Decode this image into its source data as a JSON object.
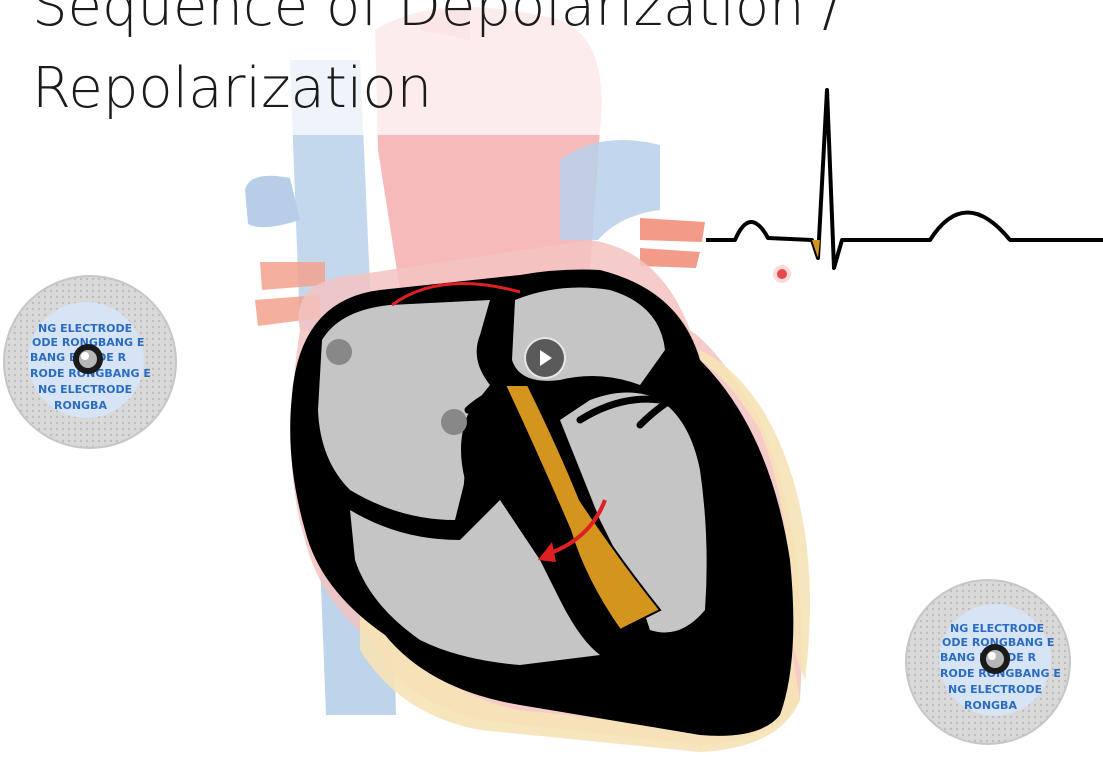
{
  "slide": {
    "title_line1": "Sequence of Depolarization /",
    "title_line2": "Repolarization"
  },
  "electrode": {
    "ring_text": [
      "NG ELECTRODE",
      "ODE RONGBANG E",
      "BANG E   TODE R",
      "RODE RONGBANG E",
      "NG ELECTRODE",
      "RONGBA"
    ]
  },
  "icons": {
    "play": "play-icon",
    "cursor": "laser-pointer-dot"
  },
  "colors": {
    "vessel_blue": "#a9c7e6",
    "aorta_red": "#f4a6a6",
    "septum_gold": "#d4951f",
    "conduction_red": "#e02020",
    "chamber_gray": "#c3c3c3",
    "outline": "#000000"
  }
}
